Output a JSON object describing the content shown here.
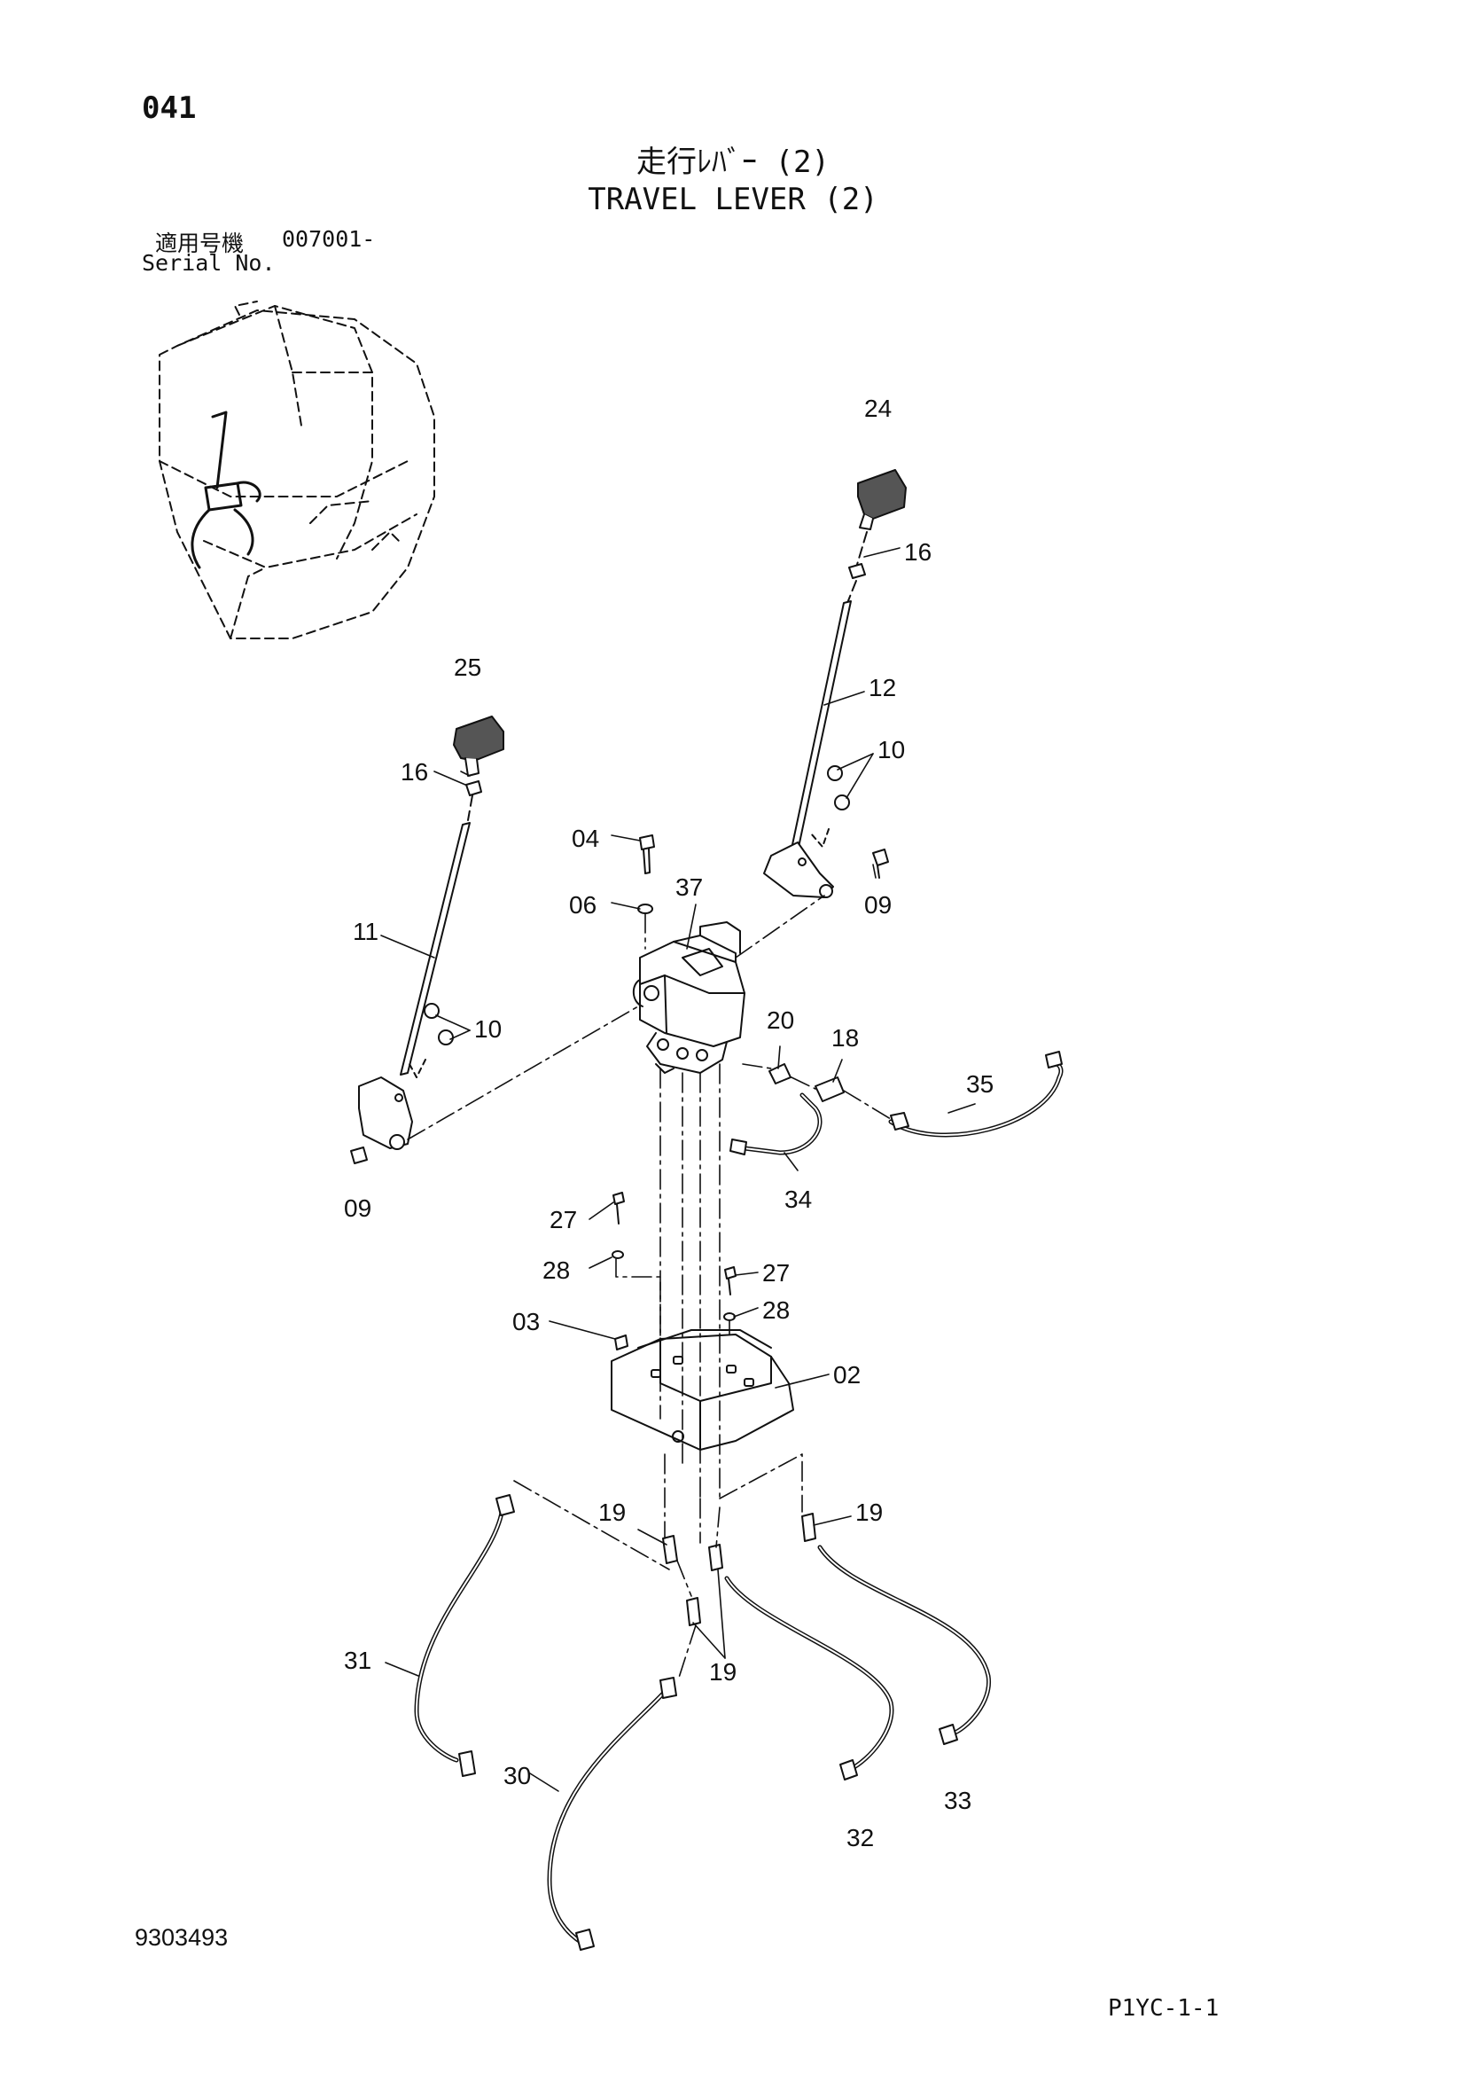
{
  "header": {
    "page_number": "041",
    "title_jp": "走行ﾚﾊﾞｰ (2)",
    "title_en": "TRAVEL LEVER (2)",
    "serial_label_jp": "適用号機",
    "serial_value": "007001-",
    "serial_label_en": "Serial No."
  },
  "footer": {
    "document_number": "9303493",
    "sheet_code": "P1YC-1-1"
  },
  "callouts": {
    "c24": "24",
    "c16a": "16",
    "c12": "12",
    "c10a": "10",
    "c25": "25",
    "c16b": "16",
    "c04": "04",
    "c37": "37",
    "c09a": "09",
    "c06": "06",
    "c11": "11",
    "c10b": "10",
    "c20": "20",
    "c18": "18",
    "c35": "35",
    "c09b": "09",
    "c34": "34",
    "c27a": "27",
    "c28a": "28",
    "c27b": "27",
    "c28b": "28",
    "c03": "03",
    "c02": "02",
    "c19a": "19",
    "c19b": "19",
    "c19c": "19",
    "c31": "31",
    "c30": "30",
    "c32": "32",
    "c33": "33"
  }
}
